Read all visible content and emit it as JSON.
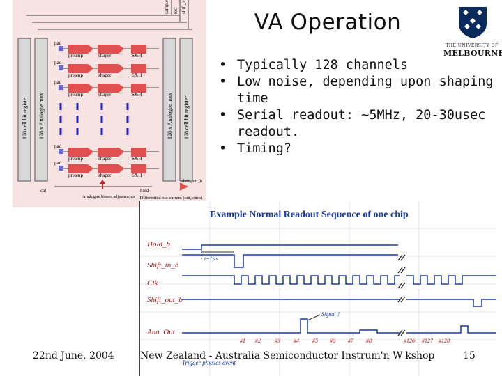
{
  "slide": {
    "title": "VA Operation",
    "bullets": [
      "Typically 128 channels",
      "Low noise, depending upon shaping time",
      "Serial readout: ~5MHz, 20-30usec readout.",
      "Timing?"
    ],
    "footer": {
      "date": "22nd June, 2004",
      "event": "New Zealand - Australia Semiconductor Instrum'n W'kshop",
      "page": "15"
    }
  },
  "logo": {
    "line1": "THE UNIVERSITY OF",
    "line2": "MELBOURNE",
    "colors": {
      "crest": "#0b2a5c"
    }
  },
  "block_diagram": {
    "top_labels": [
      "sample",
      "test",
      "shift_in"
    ],
    "channel_labels": {
      "pad": "pad",
      "preamp": "preamp",
      "shaper": "shaper",
      "sh": "S&H"
    },
    "side_labels": [
      "128 cell bit register",
      "128 x Analogue mux",
      "128 x Analogue mux",
      "128 cell bit register"
    ],
    "bottom_labels": {
      "cal": "cal",
      "hold": "hold",
      "adjust": "Analogue biases adjustments",
      "shift_out": "shift_out_b",
      "diff_out": "Differential out current (out,outm)"
    },
    "colors": {
      "background": "#f7e3e1",
      "amp": "#e05050",
      "pad": "#6a6ad0",
      "dash": "#2020c0",
      "bar": "#d8d8d8"
    }
  },
  "timing_diagram": {
    "title": "Example Normal Readout Sequence of one chip",
    "signals": [
      "Hold_b",
      "Shift_in_b",
      "Clk",
      "Shift_out_b",
      "Ana. Out"
    ],
    "annotations": {
      "delay": "t=1µs",
      "signal": "Signal ?",
      "trigger": "Trigger physics event"
    },
    "channel_marks": [
      "#1",
      "#2",
      "#3",
      "#4",
      "#5",
      "#6",
      "#7",
      "#8",
      "#126",
      "#127",
      "#128"
    ],
    "colors": {
      "title": "#1a3aa8",
      "label": "#b01818",
      "wave": "#1a3aa8",
      "grid": "#e6e6e6"
    }
  }
}
